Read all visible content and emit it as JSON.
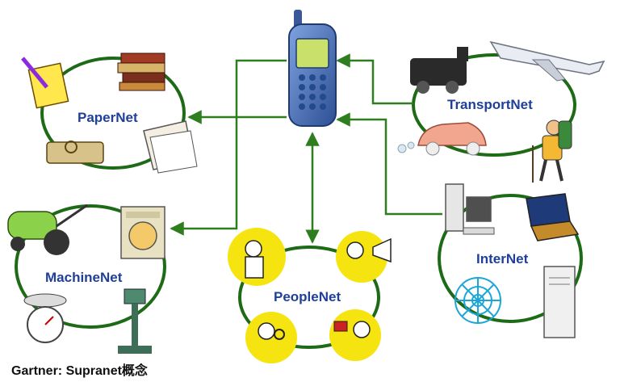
{
  "networks": {
    "paper": "PaperNet",
    "transport": "TransportNet",
    "machine": "MachineNet",
    "people": "PeopleNet",
    "inter": "InterNet"
  },
  "caption": "Gartner: Supranet概念",
  "colors": {
    "arrow": "#2e7d1e",
    "ellipse": "#1d6b16",
    "label": "#1f3f99",
    "phone_body": "#4a6fb5",
    "phone_screen": "#c9e06a",
    "people_circle": "#f5e410"
  },
  "icons": [
    "mobile-phone-icon",
    "pencil-notepad-icon",
    "books-stack-icon",
    "binder-icon",
    "papers-icon",
    "steam-train-icon",
    "jet-plane-icon",
    "car-icon",
    "hiker-icon",
    "tractor-icon",
    "washing-machine-icon",
    "scale-icon",
    "drill-press-icon",
    "detective-icon",
    "megaphone-man-icon",
    "magnifier-man-icon",
    "mailbox-man-icon",
    "desktop-computer-icon",
    "laptop-icon",
    "spider-web-icon",
    "server-tower-icon"
  ]
}
